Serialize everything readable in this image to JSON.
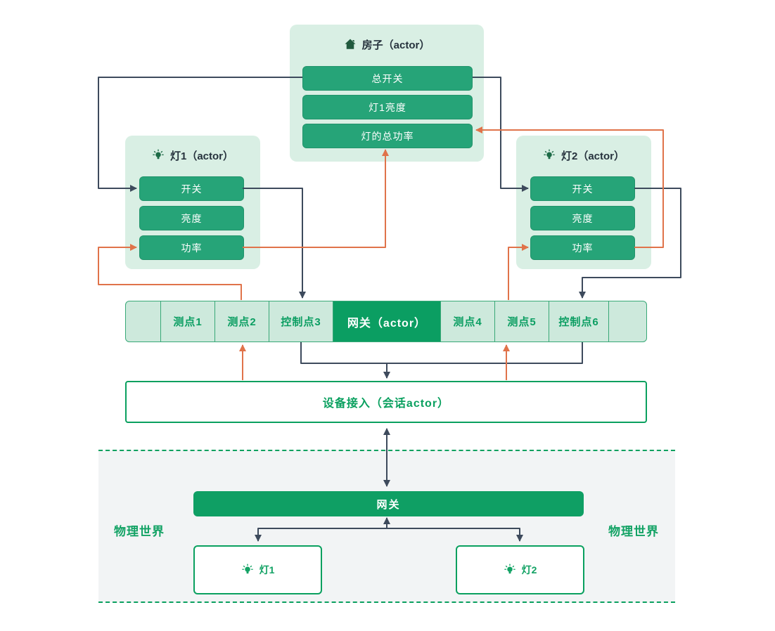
{
  "house": {
    "title": "房子（actor）",
    "icon": "house-icon",
    "attributes": [
      "总开关",
      "灯1亮度",
      "灯的总功率"
    ]
  },
  "lamp1": {
    "title": "灯1（actor）",
    "icon": "bulb-icon",
    "attributes": [
      "开关",
      "亮度",
      "功率"
    ]
  },
  "lamp2": {
    "title": "灯2（actor）",
    "icon": "bulb-icon",
    "attributes": [
      "开关",
      "亮度",
      "功率"
    ]
  },
  "gateway_bar": {
    "segments": [
      "",
      "测点1",
      "测点2",
      "控制点3",
      "网关（actor）",
      "测点4",
      "测点5",
      "控制点6",
      ""
    ],
    "active_index": 4
  },
  "device_access": {
    "label": "设备接入（会话actor）"
  },
  "physical_world": {
    "left_label": "物理世界",
    "right_label": "物理世界",
    "gateway_label": "网关",
    "lamp1_label": "灯1",
    "lamp2_label": "灯2"
  },
  "colors": {
    "panel_bg": "#d9efe4",
    "attribute_green": "#26a478",
    "gateway_green": "#0b9e62",
    "bar_bg": "#cde9dc",
    "outline_green": "#0aa05f",
    "green_text": "#12a264",
    "dark_line": "#3d4a5c",
    "orange_line": "#e0734a",
    "physical_bg": "#f2f4f5"
  }
}
